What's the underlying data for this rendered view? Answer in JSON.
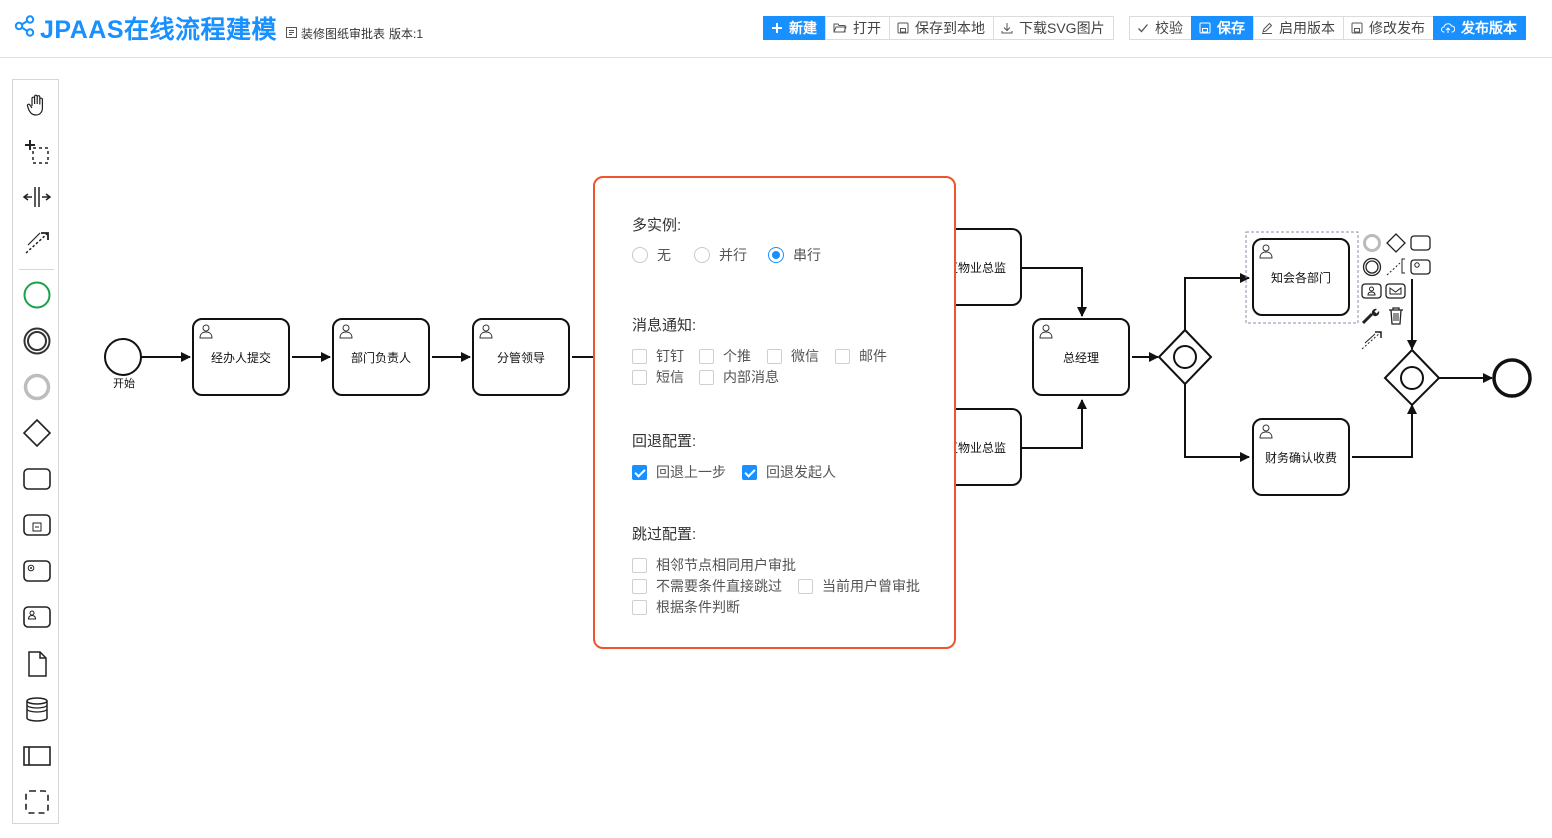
{
  "header": {
    "logo_icon": "share-nodes-icon",
    "title": "JPAAS在线流程建模",
    "form_icon": "form-icon",
    "form_name": "装修图纸审批表",
    "version_text": "版本:1",
    "accent": "#1890ff"
  },
  "toolbar": {
    "new": "新建",
    "open": "打开",
    "save_local": "保存到本地",
    "download_svg": "下载SVG图片",
    "validate": "校验",
    "save": "保存",
    "enable_version": "启用版本",
    "modify_publish": "修改发布",
    "publish_version": "发布版本"
  },
  "palette": [
    "hand-tool-icon",
    "lasso-tool-icon",
    "space-tool-icon",
    "global-connect-icon",
    "start-event-icon",
    "intermediate-event-icon",
    "end-event-icon",
    "gateway-icon",
    "task-icon",
    "subprocess-icon",
    "service-task-icon",
    "user-task-icon",
    "data-object-icon",
    "data-store-icon",
    "pool-icon",
    "group-icon"
  ],
  "diagram": {
    "start_label": "开始",
    "tasks": {
      "handler_submit": "经办人提交",
      "dept_head": "部门负责人",
      "division_lead": "分管领导",
      "property_director_1": "区物业总监",
      "property_director_2": "区物业总监",
      "general_manager": "总经理",
      "notify_departments": "知会各部门",
      "finance_confirm": "财务确认收费"
    }
  },
  "popup": {
    "border_color": "#f0532d",
    "multi_instance": {
      "label": "多实例:",
      "options": [
        "无",
        "并行",
        "串行"
      ],
      "selected": "串行"
    },
    "notification": {
      "label": "消息通知:",
      "options": [
        "钉钉",
        "个推",
        "微信",
        "邮件",
        "短信",
        "内部消息"
      ]
    },
    "rollback": {
      "label": "回退配置:",
      "options": [
        "回退上一步",
        "回退发起人"
      ],
      "checked": [
        true,
        true
      ]
    },
    "skip": {
      "label": "跳过配置:",
      "options": [
        "相邻节点相同用户审批",
        "不需要条件直接跳过",
        "当前用户曾审批",
        "根据条件判断"
      ]
    }
  }
}
